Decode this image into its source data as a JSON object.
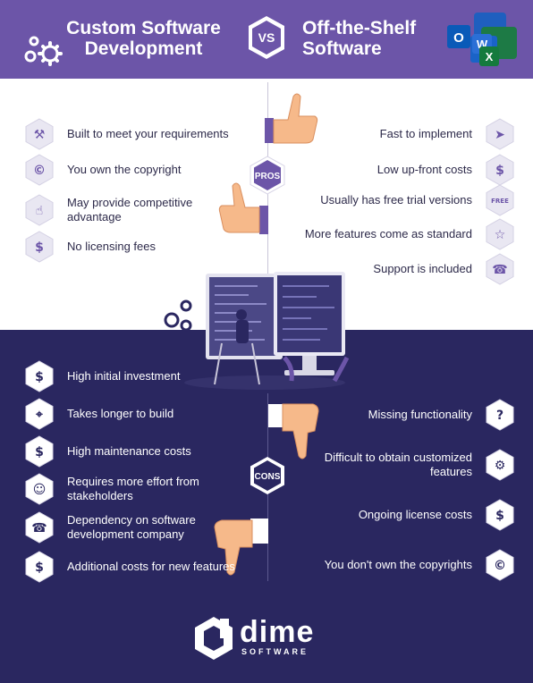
{
  "header": {
    "title_left": "Custom Software Development",
    "title_right": "Off-the-Shelf Software",
    "vs": "VS"
  },
  "pros_label": "PROS",
  "cons_label": "CONS",
  "pros_left": [
    {
      "text": "Built to meet your requirements",
      "icon": "tools-icon"
    },
    {
      "text": "You own the copyright",
      "icon": "copyright-icon"
    },
    {
      "text": "May provide competitive advantage",
      "icon": "thumbs-up-icon"
    },
    {
      "text": "No licensing fees",
      "icon": "dollar-tag-icon"
    }
  ],
  "pros_right": [
    {
      "text": "Fast to implement",
      "icon": "speed-icon"
    },
    {
      "text": "Low up-front costs",
      "icon": "dollar-tag-icon"
    },
    {
      "text": "Usually has free trial versions",
      "icon": "free-badge-icon"
    },
    {
      "text": "More features come as standard",
      "icon": "star-icon"
    },
    {
      "text": "Support is included",
      "icon": "headset-icon"
    }
  ],
  "cons_left": [
    {
      "text": "High initial investment",
      "icon": "money-bag-icon"
    },
    {
      "text": "Takes longer to build",
      "icon": "compass-icon"
    },
    {
      "text": "High maintenance costs",
      "icon": "money-bag-icon"
    },
    {
      "text": "Requires more effort from stakeholders",
      "icon": "people-icon"
    },
    {
      "text": "Dependency on software development company",
      "icon": "phone-icon"
    },
    {
      "text": "Additional costs for new features",
      "icon": "money-bag-icon"
    }
  ],
  "cons_right": [
    {
      "text": "Missing functionality",
      "icon": "question-icon"
    },
    {
      "text": "Difficult to obtain customized features",
      "icon": "gear-icon"
    },
    {
      "text": "Ongoing license costs",
      "icon": "money-bag-icon"
    },
    {
      "text": "You don't own the copyrights",
      "icon": "no-copyright-icon"
    }
  ],
  "logo": {
    "name": "dime",
    "sub": "SOFTWARE"
  },
  "colors": {
    "purple": "#6c55a8",
    "navy": "#2a2760",
    "hex_light": "#e9e7f2",
    "skin": "#f6b98a"
  }
}
